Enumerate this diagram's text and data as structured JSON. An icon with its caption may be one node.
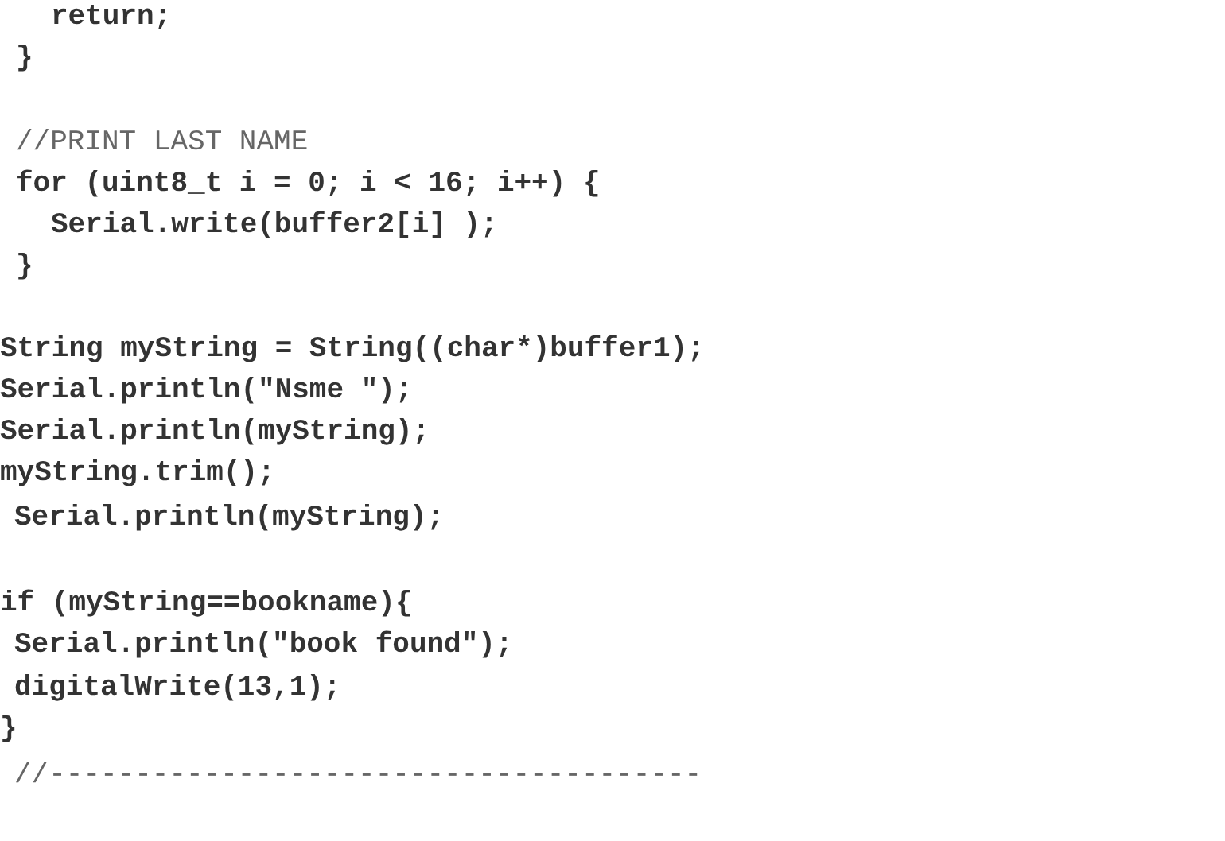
{
  "diagram": {
    "labels": [
      "return;",
      "}",
      "//PRINT LAST NAME",
      "for (uint8_t i = 0; i < 16; i++) {",
      "Serial.write(buffer2[i] );",
      "}",
      "String myString = String((char*)buffer1);",
      "Serial.println(\"Nsme \");",
      "Serial.println(myString);",
      "myString.trim();",
      "Serial.println(myString);",
      "if (myString==bookname){",
      "Serial.println(\"book found\");",
      "digitalWrite(13,1);",
      "}",
      "//--------------------------------------"
    ]
  }
}
